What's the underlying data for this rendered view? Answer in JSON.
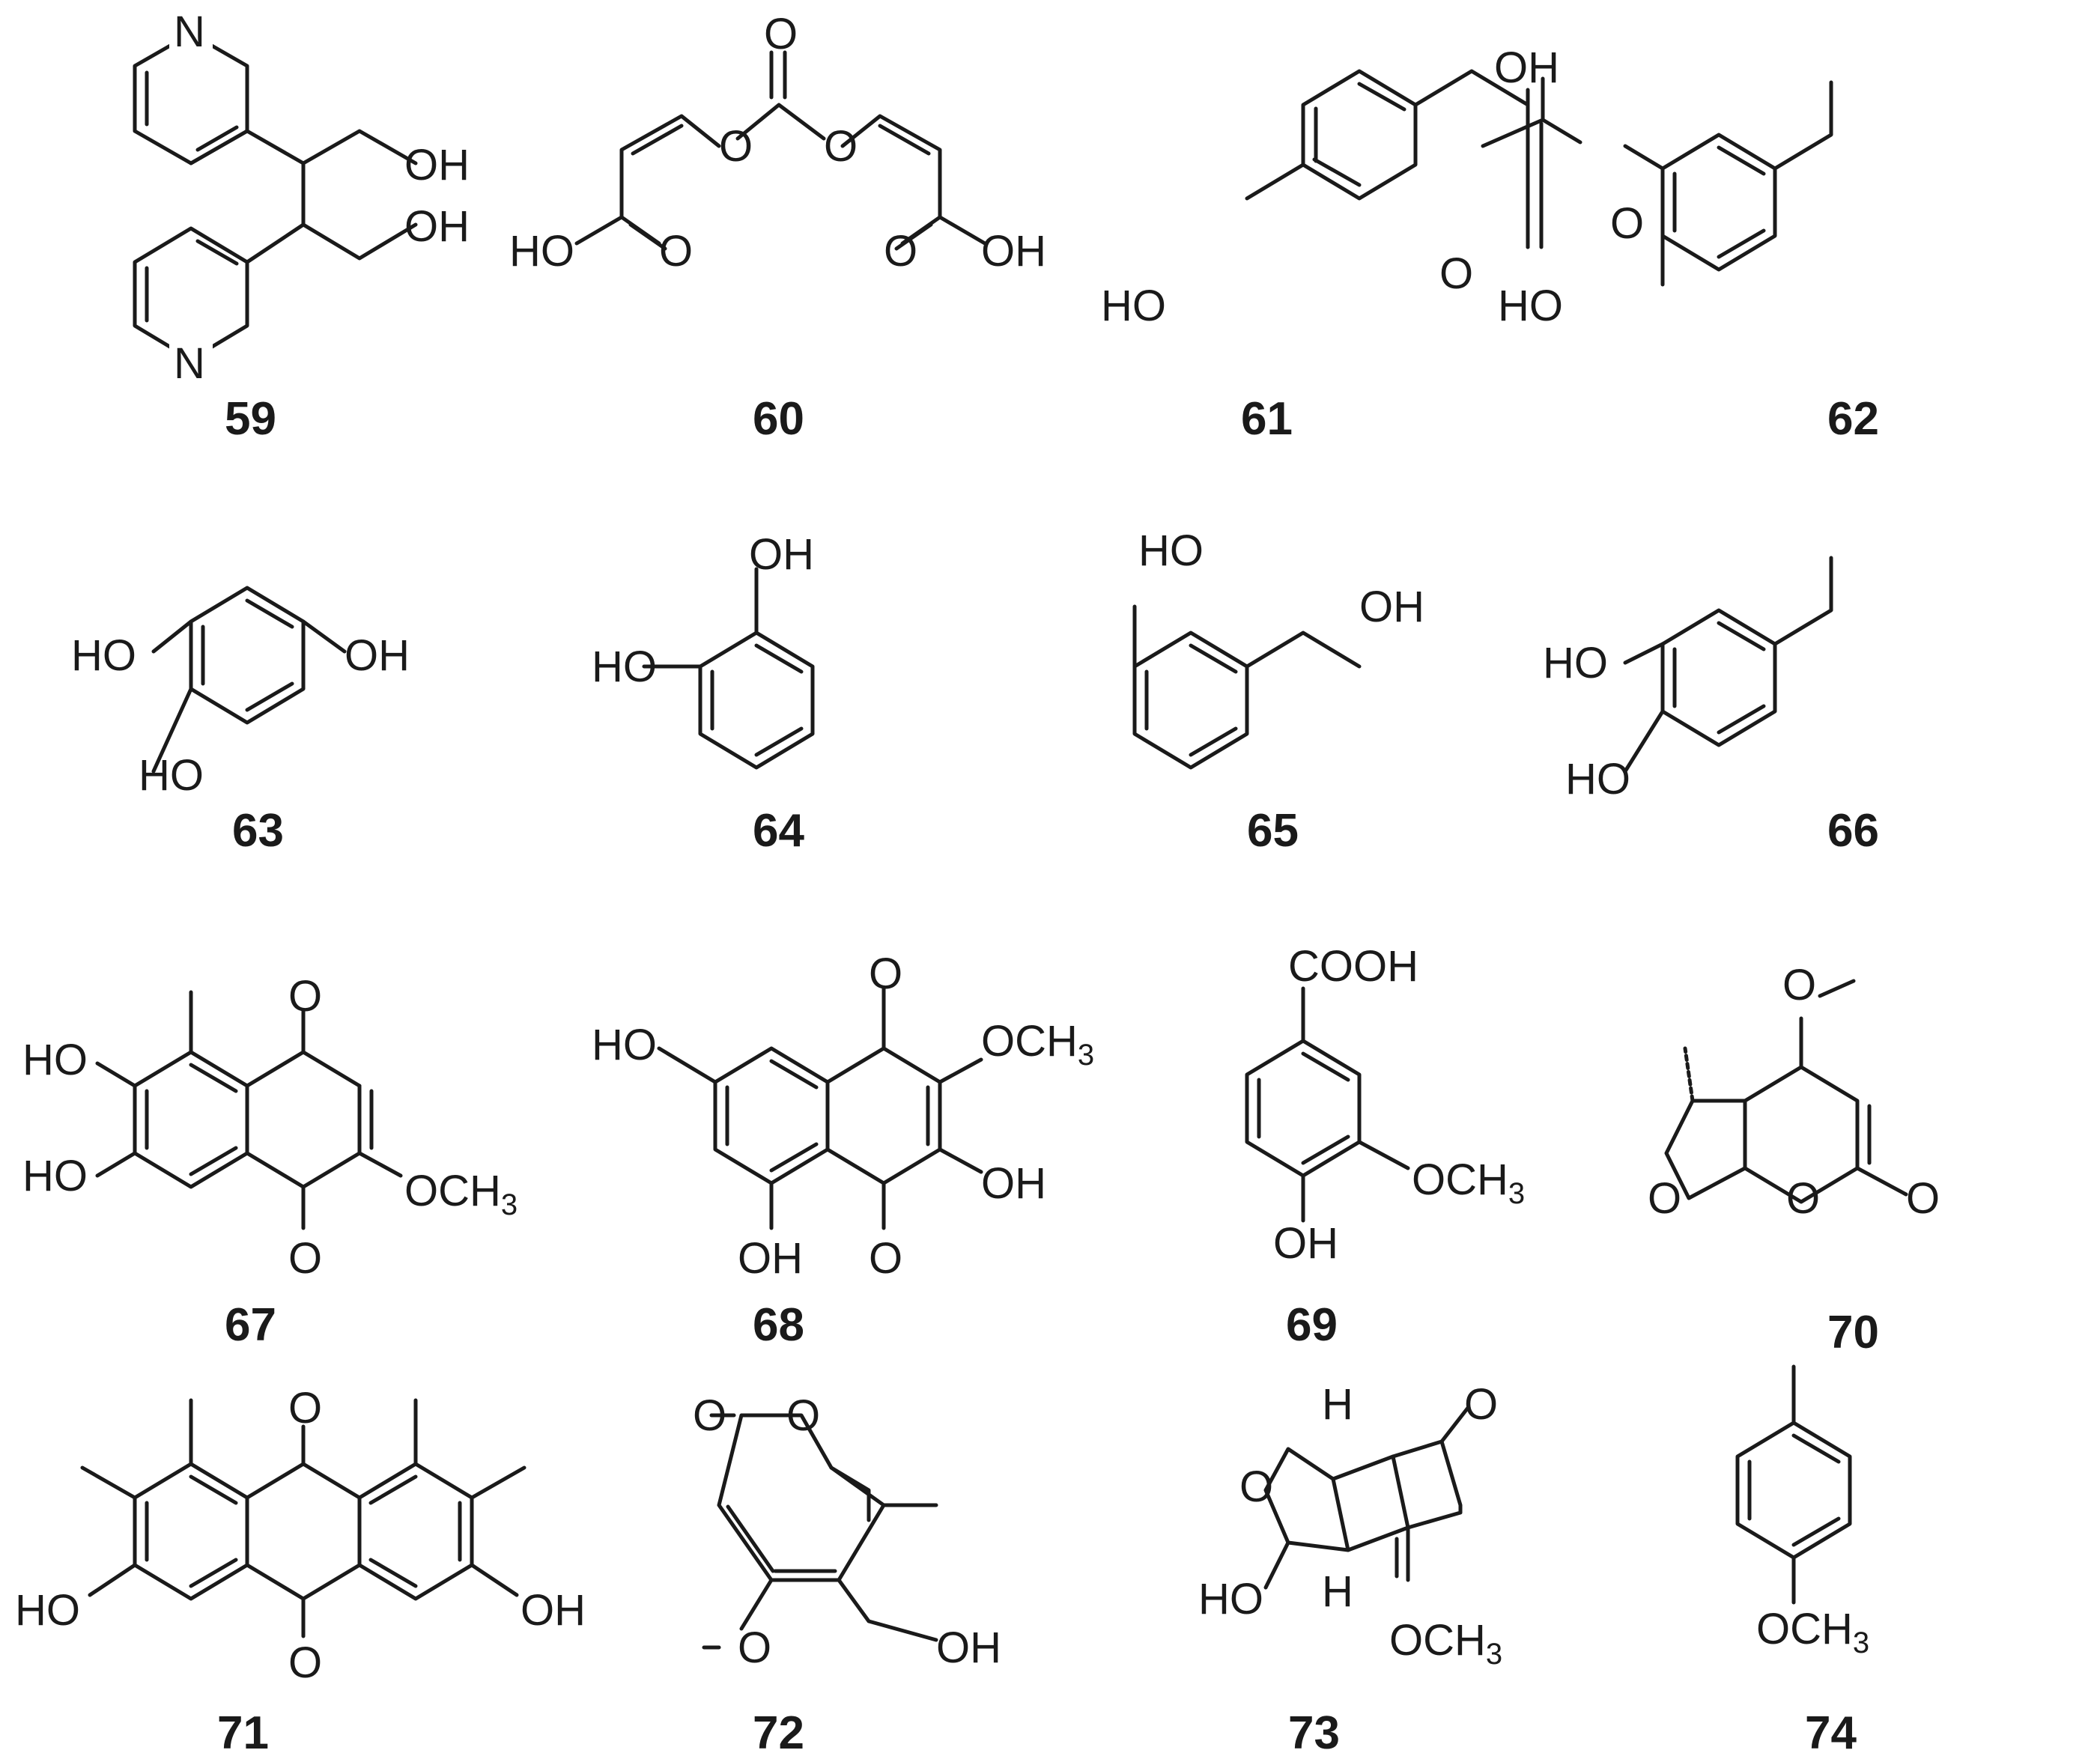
{
  "compounds": [
    {
      "id": "59",
      "atoms": [
        "N",
        "OH",
        "OH",
        "N"
      ]
    },
    {
      "id": "60",
      "atoms": [
        "O",
        "O",
        "O",
        "HO",
        "O",
        "O",
        "OH"
      ]
    },
    {
      "id": "61",
      "atoms": [
        "OH",
        "O",
        "HO"
      ]
    },
    {
      "id": "62",
      "atoms": [
        "O",
        "HO"
      ]
    },
    {
      "id": "63",
      "atoms": [
        "HO",
        "OH",
        "HO"
      ]
    },
    {
      "id": "64",
      "atoms": [
        "OH",
        "HO"
      ]
    },
    {
      "id": "65",
      "atoms": [
        "HO",
        "OH"
      ]
    },
    {
      "id": "66",
      "atoms": [
        "HO",
        "HO"
      ]
    },
    {
      "id": "67",
      "atoms": [
        "HO",
        "HO",
        "O",
        "O",
        "OCH",
        "3"
      ]
    },
    {
      "id": "68",
      "atoms": [
        "HO",
        "O",
        "OCH",
        "3",
        "OH",
        "OH",
        "O"
      ]
    },
    {
      "id": "69",
      "atoms": [
        "COOH",
        "OCH",
        "3",
        "OH"
      ]
    },
    {
      "id": "70",
      "atoms": [
        "O",
        "O",
        "O",
        "O"
      ]
    },
    {
      "id": "71",
      "atoms": [
        "O",
        "O",
        "HO",
        "OH"
      ]
    },
    {
      "id": "72",
      "atoms": [
        "O",
        "O",
        "O",
        "OH"
      ]
    },
    {
      "id": "73",
      "atoms": [
        "H",
        "O",
        "O",
        "HO",
        "H",
        "OCH",
        "3"
      ]
    },
    {
      "id": "74",
      "atoms": [
        "OCH",
        "3"
      ]
    }
  ],
  "colors": {
    "ink": "#1a1a1a",
    "background": "#ffffff"
  }
}
